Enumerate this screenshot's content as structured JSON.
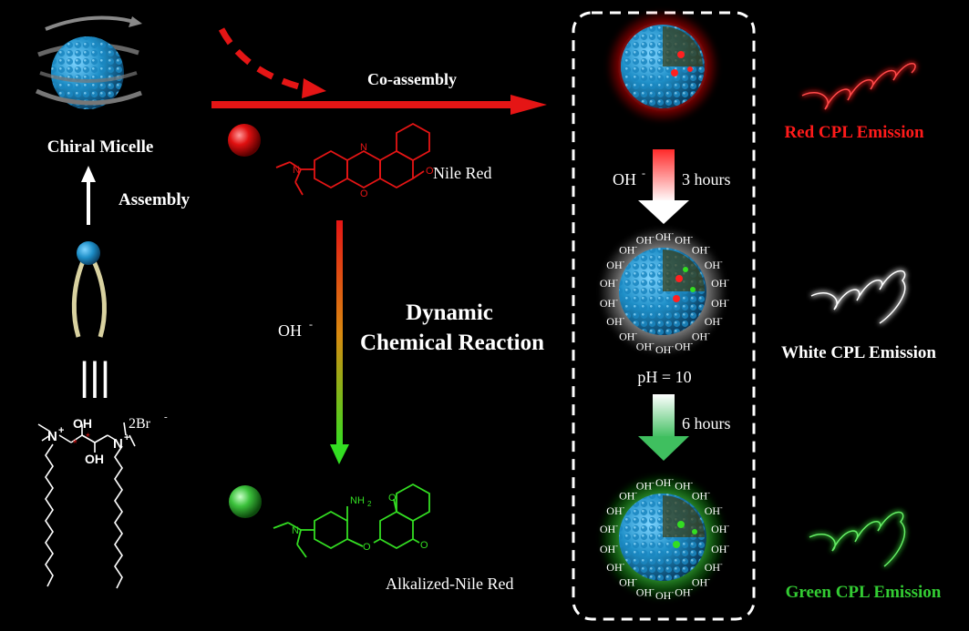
{
  "micelle_label": "Chiral Micelle",
  "assembly_label": "Assembly",
  "coassembly_label": "Co-assembly",
  "nile_red_label": "Nile Red",
  "nile_red_atoms": {
    "n": "N",
    "o1": "O",
    "o2": "O",
    "n2": "N"
  },
  "alkalized_label": "Alkalized-Nile Red",
  "alk_atoms": {
    "nh2": "NH",
    "nh2_sub": "2",
    "o1": "O",
    "o2": "O",
    "o3": "O",
    "n": "N"
  },
  "reaction_reagent": "OH",
  "reaction_reagent_sup": "-",
  "reaction_title_line1": "Dynamic",
  "reaction_title_line2": "Chemical Reaction",
  "triple_bar": "|||",
  "surfactant": {
    "oh_top": "OH",
    "oh_bottom": "OH",
    "n_left": "N",
    "n_right": "N",
    "plus": "+",
    "counterion": "2Br",
    "counterion_sup": "-"
  },
  "step1": {
    "reagent": "OH",
    "reagent_sup": "-",
    "time": "3 hours"
  },
  "ph_label": "pH = 10",
  "step2": {
    "time": "6 hours"
  },
  "hydroxide_text": "OH",
  "hydroxide_sup": "-",
  "emissions": [
    {
      "label": "Red CPL Emission",
      "color": "#ff1a1a"
    },
    {
      "label": "White CPL Emission",
      "color": "#ffffff"
    },
    {
      "label": "Green CPL Emission",
      "color": "#33cc33"
    }
  ],
  "colors": {
    "red": "#ff1a1a",
    "green": "#33cc33",
    "sphere_blue": "#1e8fc8",
    "dashed_box": "#ffffff"
  }
}
